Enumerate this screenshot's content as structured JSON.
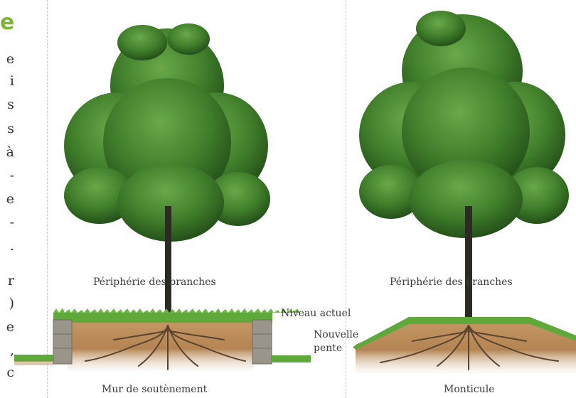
{
  "left_column": {
    "heading_letter": "e",
    "line_fragments": [
      "e",
      "i",
      "s",
      "s",
      "à",
      "-",
      "e",
      "-",
      ".",
      "r",
      ")",
      "e",
      ",",
      "c"
    ]
  },
  "illustration_1": {
    "canopy_label": "Périphérie des branches",
    "grade_label": "Niveau actuel",
    "caption": "Mur de soutènement"
  },
  "illustration_2": {
    "canopy_label": "Périphérie des branches",
    "slope_label_line1": "Nouvelle",
    "slope_label_line2": "pente",
    "caption": "Monticule"
  },
  "colors": {
    "accent": "#7cb82f",
    "foliage": "#3f7d2a",
    "grass": "#5fa83a",
    "soil": "#b98b57",
    "trunk": "#2c2a22",
    "stone": "#9a958a"
  }
}
